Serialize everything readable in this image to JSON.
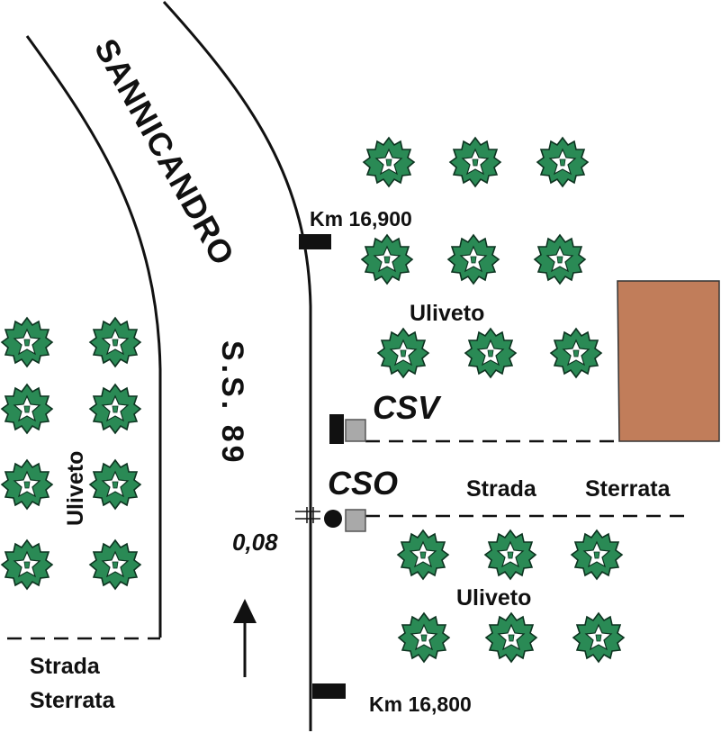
{
  "road": {
    "name": "SANNICANDRO",
    "number": "S.S. 89"
  },
  "km_markers": {
    "upper": "Km 16,900",
    "lower": "Km 16,800"
  },
  "stations": {
    "csv": "CSV",
    "cso": "CSO",
    "offset": "0,08"
  },
  "areas": {
    "uliveto_upper_right": "Uliveto",
    "uliveto_lower_right": "Uliveto",
    "uliveto_left": "Uliveto",
    "strada_sterrata_right_1": "Strada",
    "strada_sterrata_right_2": "Sterrata",
    "strada_sterrata_left_1": "Strada",
    "strada_sterrata_left_2": "Sterrata"
  },
  "colors": {
    "building": "#c17d5a",
    "tree_leaf": "#2a8a55",
    "tree_outline": "#0d3320",
    "station_box": "#a9a9a9",
    "line": "#111111"
  },
  "icons": {
    "tree": "olive-tree-icon",
    "arrow": "direction-arrow-icon"
  }
}
